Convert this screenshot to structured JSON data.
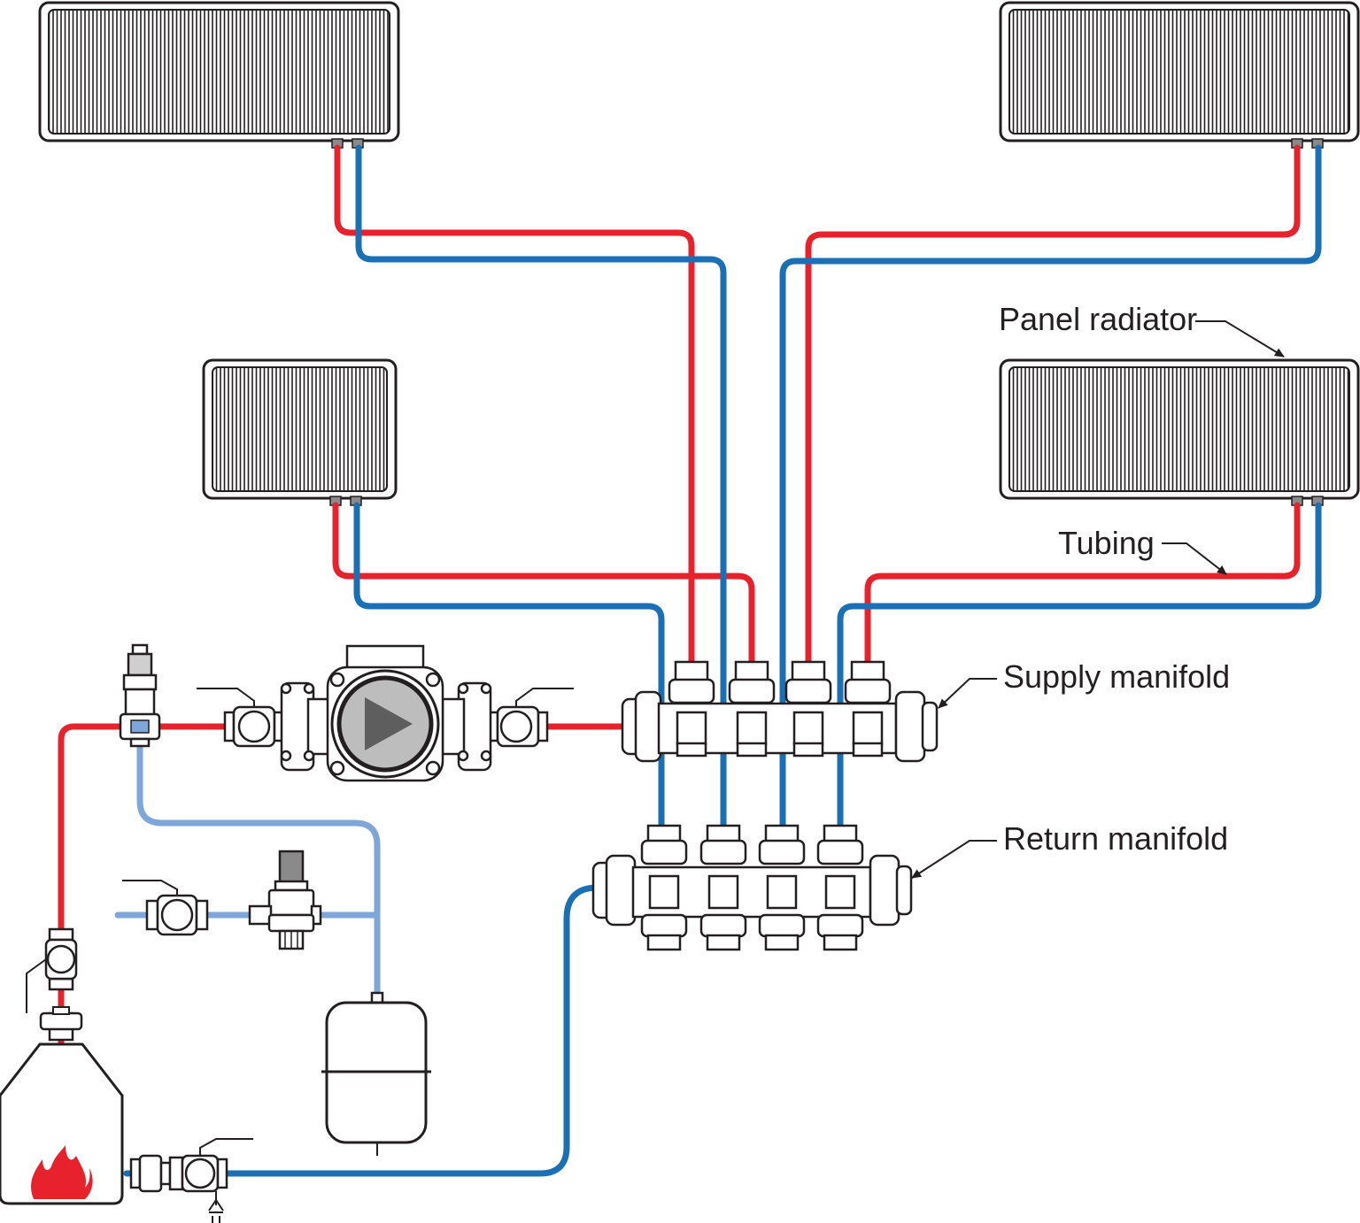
{
  "colors": {
    "supply": "#e8222c",
    "return": "#1b6fb5",
    "cold": "#7ea6d9",
    "outline": "#231f20",
    "flame": "#e8222c",
    "pump_gray": "#bdbdbd"
  },
  "labels": {
    "panel_radiator": "Panel radiator",
    "tubing": "Tubing",
    "supply_manifold": "Supply manifold",
    "return_manifold": "Return manifold"
  },
  "icons": {
    "pump": "play-icon",
    "boiler": "flame-icon"
  }
}
